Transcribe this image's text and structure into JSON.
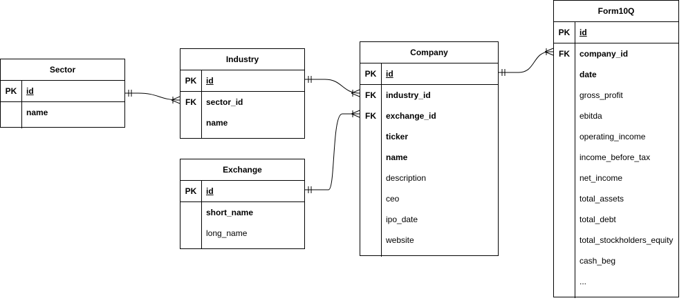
{
  "entities": {
    "sector": {
      "title": "Sector",
      "pk": {
        "key": "PK",
        "field": "id"
      },
      "fields": [
        {
          "key": "",
          "name": "name",
          "bold": true
        }
      ]
    },
    "industry": {
      "title": "Industry",
      "pk": {
        "key": "PK",
        "field": "id"
      },
      "fields": [
        {
          "key": "FK",
          "name": "sector_id",
          "bold": true
        },
        {
          "key": "",
          "name": "name",
          "bold": true
        }
      ]
    },
    "exchange": {
      "title": "Exchange",
      "pk": {
        "key": "PK",
        "field": "id"
      },
      "fields": [
        {
          "key": "",
          "name": "short_name",
          "bold": true
        },
        {
          "key": "",
          "name": "long_name",
          "bold": false
        }
      ]
    },
    "company": {
      "title": "Company",
      "pk": {
        "key": "PK",
        "field": "id"
      },
      "fields": [
        {
          "key": "FK",
          "name": "industry_id",
          "bold": true
        },
        {
          "key": "FK",
          "name": "exchange_id",
          "bold": true
        },
        {
          "key": "",
          "name": "ticker",
          "bold": true
        },
        {
          "key": "",
          "name": "name",
          "bold": true
        },
        {
          "key": "",
          "name": "description",
          "bold": false
        },
        {
          "key": "",
          "name": "ceo",
          "bold": false
        },
        {
          "key": "",
          "name": "ipo_date",
          "bold": false
        },
        {
          "key": "",
          "name": "website",
          "bold": false
        }
      ]
    },
    "form10q": {
      "title": "Form10Q",
      "pk": {
        "key": "PK",
        "field": "id"
      },
      "fields": [
        {
          "key": "FK",
          "name": "company_id",
          "bold": true
        },
        {
          "key": "",
          "name": "date",
          "bold": true
        },
        {
          "key": "",
          "name": "gross_profit",
          "bold": false
        },
        {
          "key": "",
          "name": "ebitda",
          "bold": false
        },
        {
          "key": "",
          "name": "operating_income",
          "bold": false
        },
        {
          "key": "",
          "name": "income_before_tax",
          "bold": false
        },
        {
          "key": "",
          "name": "net_income",
          "bold": false
        },
        {
          "key": "",
          "name": "total_assets",
          "bold": false
        },
        {
          "key": "",
          "name": "total_debt",
          "bold": false
        },
        {
          "key": "",
          "name": "total_stockholders_equity",
          "bold": false
        },
        {
          "key": "",
          "name": "cash_beg",
          "bold": false
        },
        {
          "key": "",
          "name": "...",
          "bold": false
        }
      ]
    }
  }
}
